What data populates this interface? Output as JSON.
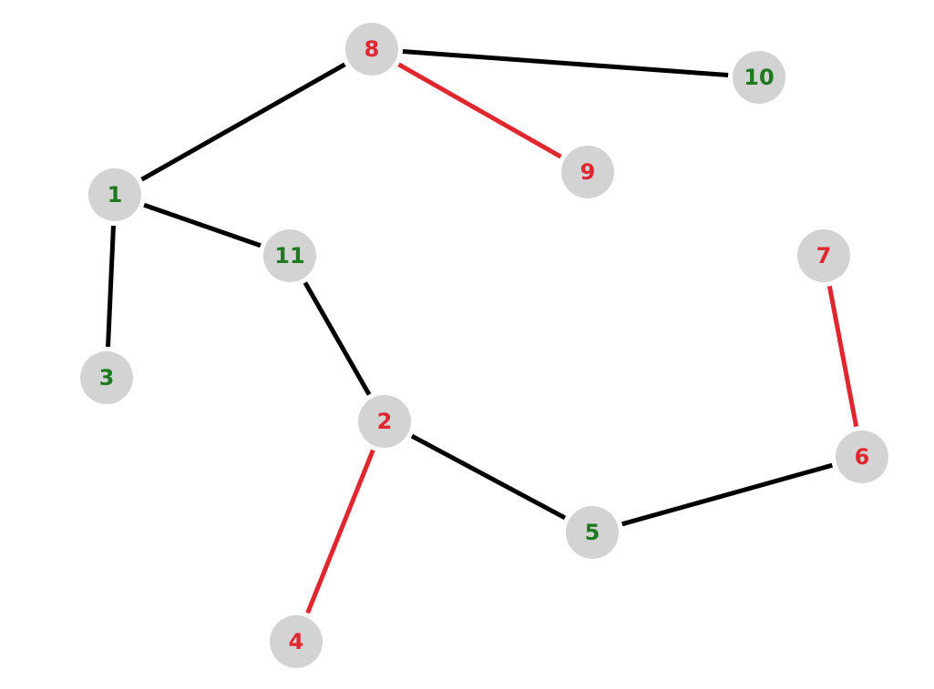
{
  "colors": {
    "background": "#ffffff",
    "node_fill": "#d3d3d3",
    "edge_default": "#000000",
    "edge_highlight": "#e0262e",
    "label_green": "#1e7a1e",
    "label_red": "#e0262e"
  },
  "nodes": [
    {
      "id": "1",
      "label": "1",
      "label_color": "green"
    },
    {
      "id": "2",
      "label": "2",
      "label_color": "red"
    },
    {
      "id": "3",
      "label": "3",
      "label_color": "green"
    },
    {
      "id": "4",
      "label": "4",
      "label_color": "red"
    },
    {
      "id": "5",
      "label": "5",
      "label_color": "green"
    },
    {
      "id": "6",
      "label": "6",
      "label_color": "red"
    },
    {
      "id": "7",
      "label": "7",
      "label_color": "red"
    },
    {
      "id": "8",
      "label": "8",
      "label_color": "red"
    },
    {
      "id": "9",
      "label": "9",
      "label_color": "red"
    },
    {
      "id": "10",
      "label": "10",
      "label_color": "green"
    },
    {
      "id": "11",
      "label": "11",
      "label_color": "green"
    }
  ],
  "edges": [
    {
      "from": "8",
      "to": "10",
      "color": "default"
    },
    {
      "from": "8",
      "to": "9",
      "color": "highlight"
    },
    {
      "from": "8",
      "to": "1",
      "color": "default"
    },
    {
      "from": "1",
      "to": "11",
      "color": "default"
    },
    {
      "from": "1",
      "to": "3",
      "color": "default"
    },
    {
      "from": "11",
      "to": "2",
      "color": "default"
    },
    {
      "from": "2",
      "to": "4",
      "color": "highlight"
    },
    {
      "from": "2",
      "to": "5",
      "color": "default"
    },
    {
      "from": "5",
      "to": "6",
      "color": "default"
    },
    {
      "from": "6",
      "to": "7",
      "color": "highlight"
    }
  ]
}
